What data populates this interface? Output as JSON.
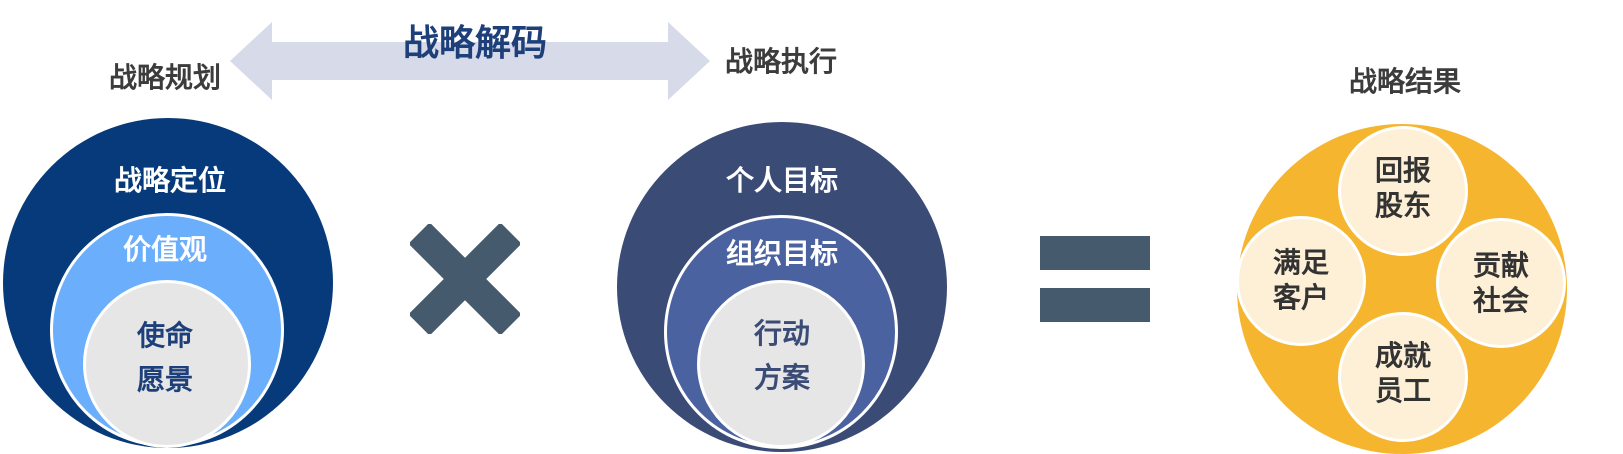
{
  "header": {
    "decode": "战略解码",
    "planning": "战略规划",
    "execution": "战略执行",
    "result": "战略结果"
  },
  "left": {
    "outer": "战略定位",
    "middle": "价值观",
    "inner_line1": "使命",
    "inner_line2": "愿景"
  },
  "center": {
    "outer": "个人目标",
    "middle": "组织目标",
    "inner_line1": "行动",
    "inner_line2": "方案"
  },
  "right": {
    "top_line1": "回报",
    "top_line2": "股东",
    "left_line1": "满足",
    "left_line2": "客户",
    "right_line1": "贡献",
    "right_line2": "社会",
    "bottom_line1": "成就",
    "bottom_line2": "员工"
  },
  "colors": {
    "left_outer": "#063a7a",
    "left_middle": "#6aaefc",
    "inner_gray": "#e6e6e6",
    "center_outer": "#3a4b76",
    "center_middle": "#4b62a0",
    "arrow": "#d7dbe9",
    "operator": "#465a6e",
    "result_outer": "#f5b52e",
    "result_inner": "#fdf0d6"
  }
}
